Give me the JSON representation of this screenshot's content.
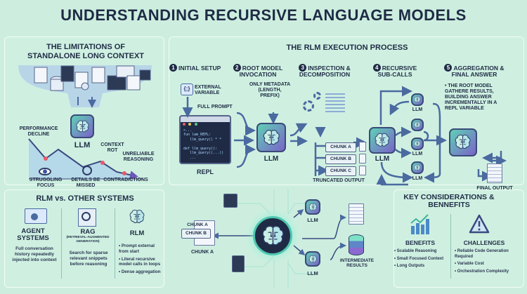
{
  "title": "UNDERSTANDING RECURSIVE LANGUAGE MODELS",
  "colors": {
    "background": "#cdeedf",
    "text": "#1f2b45",
    "llm_gradient_start": "#5fd0b5",
    "llm_gradient_end": "#7a63c8",
    "accent_red": "#e85a6a"
  },
  "limitations": {
    "heading": "THE LIMITATIONS OF STANDALONE LONG CONTEXT",
    "llm_label": "LLM",
    "labels": {
      "performance": "PERFORMANCE DECLINE",
      "context_rot": "CONTEXT ROT",
      "unreliable": "UNRELIABLE REASONING",
      "focus": "STRUGGLING FOCUS",
      "details": "DETAILS BE MISSED",
      "contradictions": "CONTRADICTIONS"
    }
  },
  "process": {
    "heading": "THE RLM EXECUTION PROCESS",
    "steps": [
      {
        "num": "1",
        "title": "INITIAL SETUP"
      },
      {
        "num": "2",
        "title": "ROOT MODEL INVOCATION"
      },
      {
        "num": "3",
        "title": "INSPECTION & DECOMPOSITION"
      },
      {
        "num": "4",
        "title": "RECURSIVE SUB-CALLS"
      },
      {
        "num": "5",
        "title": "AGGREGATION & FINAL ANSWER"
      }
    ],
    "external_variable": "EXTERNAL VARIABLE",
    "full_prompt": "FULL PROMPT",
    "repl_code": [
      ">...",
      "fun lam_REPL:",
      "   llm_query() * *",
      "",
      "def llm_query():",
      "   llm_query((...))",
      "   ..."
    ],
    "repl_label": "REPL",
    "metadata": "ONLY METADATA (LENGTH, PREFIX)",
    "llm": "LLM",
    "chunks": [
      "CHUNK A",
      "CHUNK B",
      "CHUNK C"
    ],
    "truncated": "TRUNCATED OUTPUT",
    "aggregation_note": "THE ROOT MODEL GATHERE RESULTS, BUILDING ANSWER INCREMENTALLY IN A REPL VARIABLE",
    "final_output": "FINAL OUTPUT"
  },
  "comparison": {
    "heading": "RLM vs. OTHER SYSTEMS",
    "agent": {
      "title": "AGENT SYSTEMS",
      "desc": "Full conversation history repeatedly injected into context"
    },
    "rag": {
      "title": "RAG",
      "subtitle": "(RETRIEVAL-AUGMENTED GENERATION)",
      "desc": "Search for sparse relevant snippets before reasoning"
    },
    "rlm": {
      "title": "RLM",
      "bullets": [
        "Prompt external from start",
        "Literal recursive model calls in loops",
        "Dense aggregation"
      ]
    }
  },
  "hub": {
    "chunk_a": "CHUNK A",
    "chunk_b": "CHUNK B",
    "chunk_label": "CHUNK A",
    "llm": "LLM",
    "intermediate": "INTERMEDIATE RESULTS"
  },
  "considerations": {
    "heading": "KEY CONSIDERATIONS & BENNEFITS",
    "benefits": {
      "title": "BENEFITS",
      "items": [
        "Scalable Reasoning",
        "Small Focused Context",
        "Long Outputs"
      ]
    },
    "challenges": {
      "title": "CHALLENGES",
      "items": [
        "Reliable Code Generation Required",
        "Variable Cost",
        "Orchestration Complexity"
      ]
    }
  }
}
